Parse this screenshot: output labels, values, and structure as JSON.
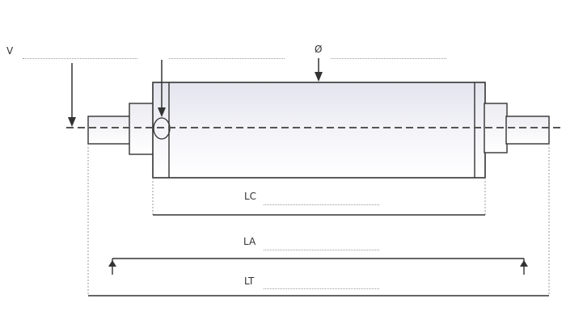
{
  "labels": {
    "v": "V",
    "diameter": "Ø",
    "lc": "LC",
    "la": "LA",
    "lt": "LT"
  },
  "colors": {
    "stroke": "#333333",
    "dotted": "#9a9a9a",
    "body_fill_top": "#e6e6f0",
    "body_fill_bottom": "#ffffff",
    "shaft_fill": "#ffffff"
  }
}
